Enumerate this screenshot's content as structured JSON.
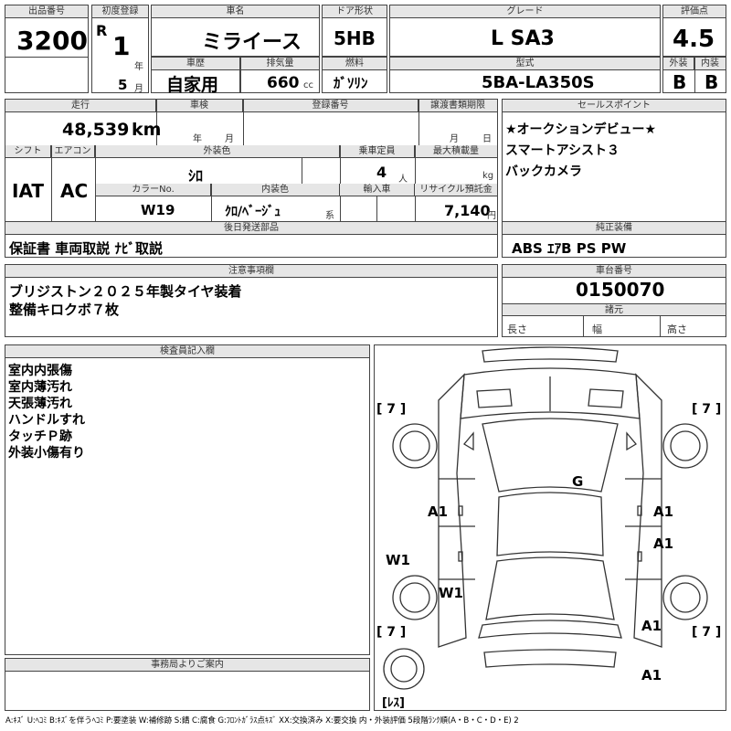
{
  "header": {
    "lot_label": "出品番号",
    "lot_no": "3200",
    "first_reg_label": "初度登録",
    "era": "R",
    "year": "1",
    "year_unit": "年",
    "month": "5",
    "month_unit": "月",
    "car_name_label": "車名",
    "car_name": "ミライース",
    "door_label": "ドア形状",
    "door": "5HB",
    "grade_label": "グレード",
    "grade": "L SA3",
    "score_label": "評価点",
    "score": "4.5",
    "history_label": "車歴",
    "history": "自家用",
    "disp_label": "排気量",
    "displacement": "660",
    "disp_unit": "cc",
    "fuel_label": "燃料",
    "fuel": "ｶﾞｿﾘﾝ",
    "model_label": "型式",
    "model": "5BA-LA350S",
    "ext_label": "外装",
    "ext_score": "B",
    "int_label": "内装",
    "int_score": "B"
  },
  "row2": {
    "mileage_label": "走行",
    "mileage": "48,539",
    "mileage_unit": "km",
    "inspection_label": "車検",
    "insp_year_unit": "年",
    "insp_month_unit": "月",
    "reg_no_label": "登録番号",
    "transfer_label": "譲渡書類期限",
    "transfer_month_unit": "月",
    "transfer_day_unit": "日",
    "shift_label": "シフト",
    "shift": "IAT",
    "ac_label": "エアコン",
    "ac": "AC",
    "color_label": "外装色",
    "color": "ｼﾛ",
    "capacity_label": "乗車定員",
    "capacity": "4",
    "capacity_unit": "人",
    "load_label": "最大積載量",
    "load_unit": "kg",
    "color_no_label": "カラーNo.",
    "color_no": "W19",
    "interior_label": "内装色",
    "interior": "ｸﾛ/ﾍﾞｰｼﾞｭ",
    "interior_unit": "系",
    "import_label": "輸入車",
    "recycle_label": "リサイクル預託金",
    "recycle": "7,140",
    "recycle_unit": "円"
  },
  "sales": {
    "label": "セールスポイント",
    "lines": [
      "★オークションデビュー★",
      "スマートアシスト３",
      "バックカメラ"
    ]
  },
  "later": {
    "label": "後日発送部品",
    "text": "保証書 車両取説 ﾅﾋﾞ取説"
  },
  "equipment": {
    "label": "純正装備",
    "text": "ABS ｴｱB PS PW"
  },
  "notes": {
    "label": "注意事項欄",
    "lines": [
      "ブリジストン２０２５年製タイヤ装着",
      "整備キロクボ７枚"
    ]
  },
  "chassis": {
    "label": "車台番号",
    "number": "0150070",
    "dim_label": "諸元",
    "length_label": "長さ",
    "width_label": "幅",
    "height_label": "高さ"
  },
  "inspector": {
    "label": "検査員記入欄",
    "lines": [
      "室内内張傷",
      "室内薄汚れ",
      "天張薄汚れ",
      "ハンドルすれ",
      "タッチＰ跡",
      "外装小傷有り"
    ]
  },
  "diagram": {
    "marks": {
      "g": "G",
      "a1_left": "A1",
      "a1_right_upper": "A1",
      "a1_right_mid": "A1",
      "a1_rear_right": "A1",
      "a1_bottom": "A1",
      "w1_left": "W1",
      "w1_door": "W1"
    },
    "tires": {
      "fl": "[ 7 ]",
      "fr": "[ 7 ]",
      "rl": "[ 7 ]",
      "rr": "[ 7 ]",
      "spare": "[ﾚｽ]"
    }
  },
  "office": {
    "label": "事務局よりご案内"
  },
  "legend": "A:ｷｽﾞ U:ﾍｺﾐ B:ｷｽﾞを伴うﾍｺﾐ P:要塗装 W:補修跡 S:錆 C:腐食 G:ﾌﾛﾝﾄｶﾞﾗｽ点ｷｽﾞ XX:交換済み X:要交換 内・外装評価 5段階ﾗﾝｸ順(A・B・C・D・E) 2"
}
